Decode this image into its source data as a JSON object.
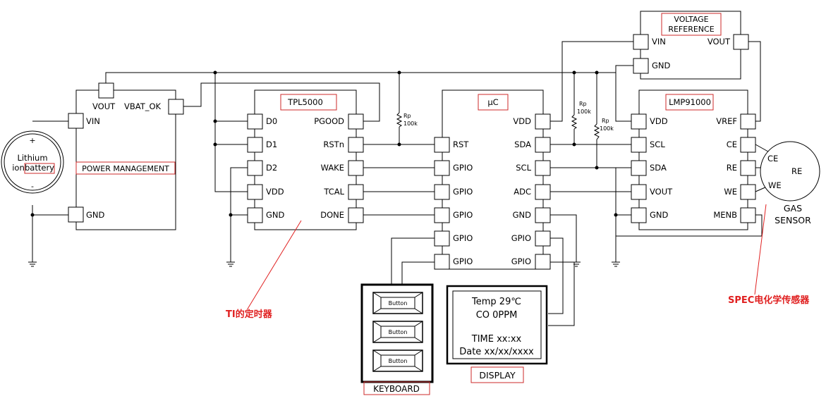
{
  "battery": {
    "line1": "Lithium",
    "line2a": "ion",
    "line2b": "battery",
    "plus": "+",
    "minus": "-"
  },
  "pm": {
    "title": "POWER MANAGEMENT",
    "pins": {
      "vout": "VOUT",
      "vbat_ok": "VBAT_OK",
      "vin": "VIN",
      "gnd": "GND"
    }
  },
  "tpl": {
    "title": "TPL5000",
    "left": [
      "D0",
      "D1",
      "D2",
      "VDD",
      "GND"
    ],
    "right": [
      "PGOOD",
      "RSTn",
      "WAKE",
      "TCAL",
      "DONE"
    ]
  },
  "mcu": {
    "title": "µC",
    "left": [
      "RST",
      "GPIO",
      "GPIO",
      "GPIO",
      "GPIO",
      "GPIO"
    ],
    "right": [
      "VDD",
      "SDA",
      "SCL",
      "ADC",
      "GND",
      "GPIO",
      "GPIO"
    ]
  },
  "vref": {
    "title1": "VOLTAGE",
    "title2": "REFERENCE",
    "pins": {
      "vin": "VIN",
      "vout": "VOUT",
      "gnd": "GND"
    }
  },
  "lmp": {
    "title": "LMP91000",
    "left": [
      "VDD",
      "SCL",
      "SDA",
      "VOUT",
      "GND"
    ],
    "right": [
      "VREF",
      "CE",
      "RE",
      "WE",
      "MENB"
    ]
  },
  "resistors": [
    {
      "name": "Rp",
      "value": "100k"
    },
    {
      "name": "Rp",
      "value": "100k"
    },
    {
      "name": "Rp",
      "value": "100k"
    }
  ],
  "sensor": {
    "ce": "CE",
    "re": "RE",
    "we": "WE",
    "label1": "GAS",
    "label2": "SENSOR"
  },
  "keyboard": {
    "buttons": [
      "Button",
      "Button",
      "Button"
    ],
    "label": "KEYBOARD"
  },
  "display": {
    "lines": [
      "Temp 29℃",
      "CO 0PPM",
      "TIME xx:xx",
      "Date xx/xx/xxxx"
    ],
    "label": "DISPLAY"
  },
  "annotations": {
    "ti": "TI的定时器",
    "spec": "SPEC电化学传感器"
  }
}
